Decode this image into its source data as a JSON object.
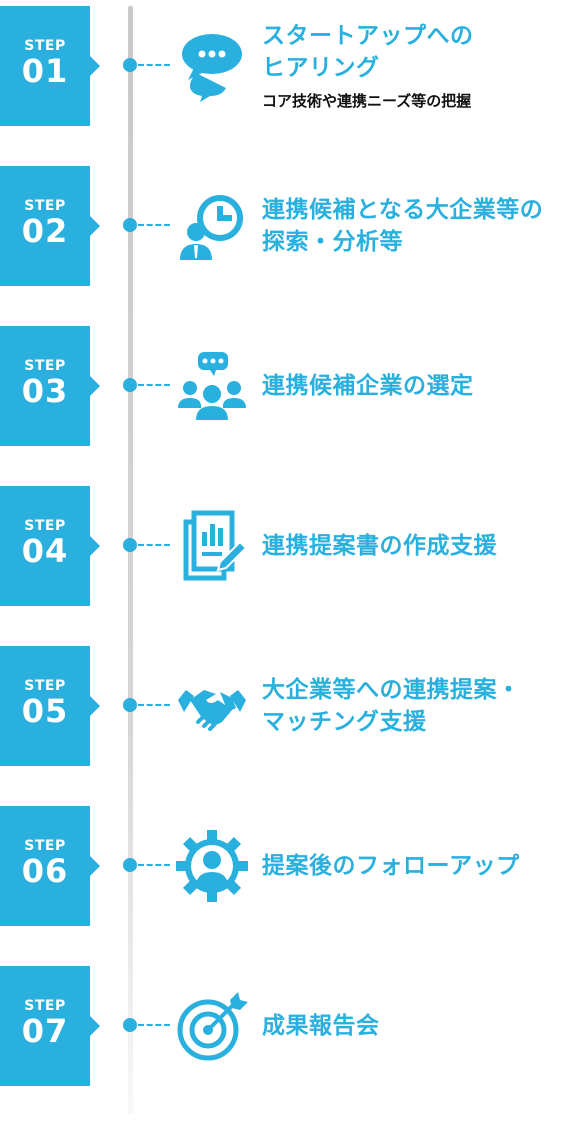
{
  "steps": [
    {
      "label": "STEP",
      "number": "01",
      "title_lines": [
        "スタートアップへの",
        "ヒアリング"
      ],
      "subtitle": "コア技術や連携ニーズ等の把握",
      "icon": "chat-bubbles-icon"
    },
    {
      "label": "STEP",
      "number": "02",
      "title_lines": [
        "連携候補となる大企業等の",
        "探索・分析等"
      ],
      "icon": "analysis-person-chart-icon"
    },
    {
      "label": "STEP",
      "number": "03",
      "title_lines": [
        "連携候補企業の選定"
      ],
      "icon": "team-meeting-icon"
    },
    {
      "label": "STEP",
      "number": "04",
      "title_lines": [
        "連携提案書の作成支援"
      ],
      "icon": "document-edit-icon"
    },
    {
      "label": "STEP",
      "number": "05",
      "title_lines": [
        "大企業等への連携提案・",
        "マッチング支援"
      ],
      "icon": "handshake-icon"
    },
    {
      "label": "STEP",
      "number": "06",
      "title_lines": [
        "提案後のフォローアップ"
      ],
      "icon": "gear-person-icon"
    },
    {
      "label": "STEP",
      "number": "07",
      "title_lines": [
        "成果報告会"
      ],
      "icon": "target-arrow-icon"
    }
  ],
  "colors": {
    "accent": "#29b0df",
    "line": "#cccccc",
    "subtitle": "#111111"
  }
}
